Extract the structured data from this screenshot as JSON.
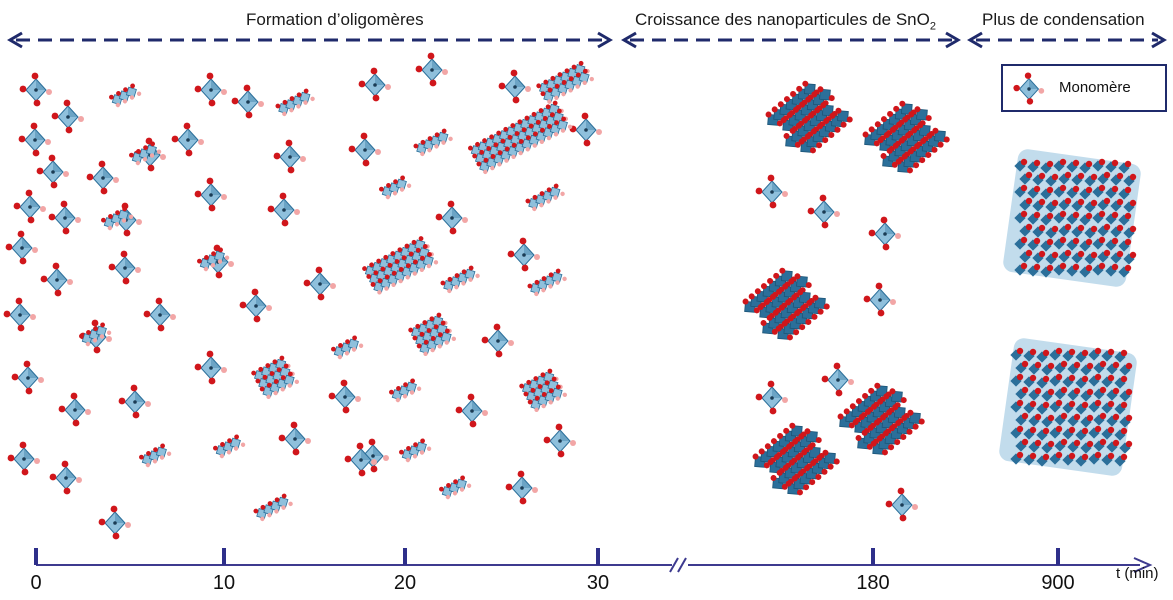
{
  "phases": [
    {
      "label": "Formation d’oligomères"
    },
    {
      "label": "Croissance des nanoparticules de SnO",
      "sub": "2"
    },
    {
      "label": "Plus de condensation"
    }
  ],
  "legend": {
    "label": "Monomère"
  },
  "axis": {
    "unit": "t (min)",
    "ticks": [
      "0",
      "10",
      "20",
      "30",
      "180",
      "900"
    ]
  },
  "colors": {
    "arrow": "#1f2a6b",
    "axis": "#3d3a8f",
    "tick": "#2e2f8a",
    "octahedron": "#8fc0dc",
    "octahedron_dark": "#2b6f9a",
    "oxygen": "#d0161b",
    "oxygen_light": "#f2a6a6",
    "tin": "#1b3c55"
  }
}
